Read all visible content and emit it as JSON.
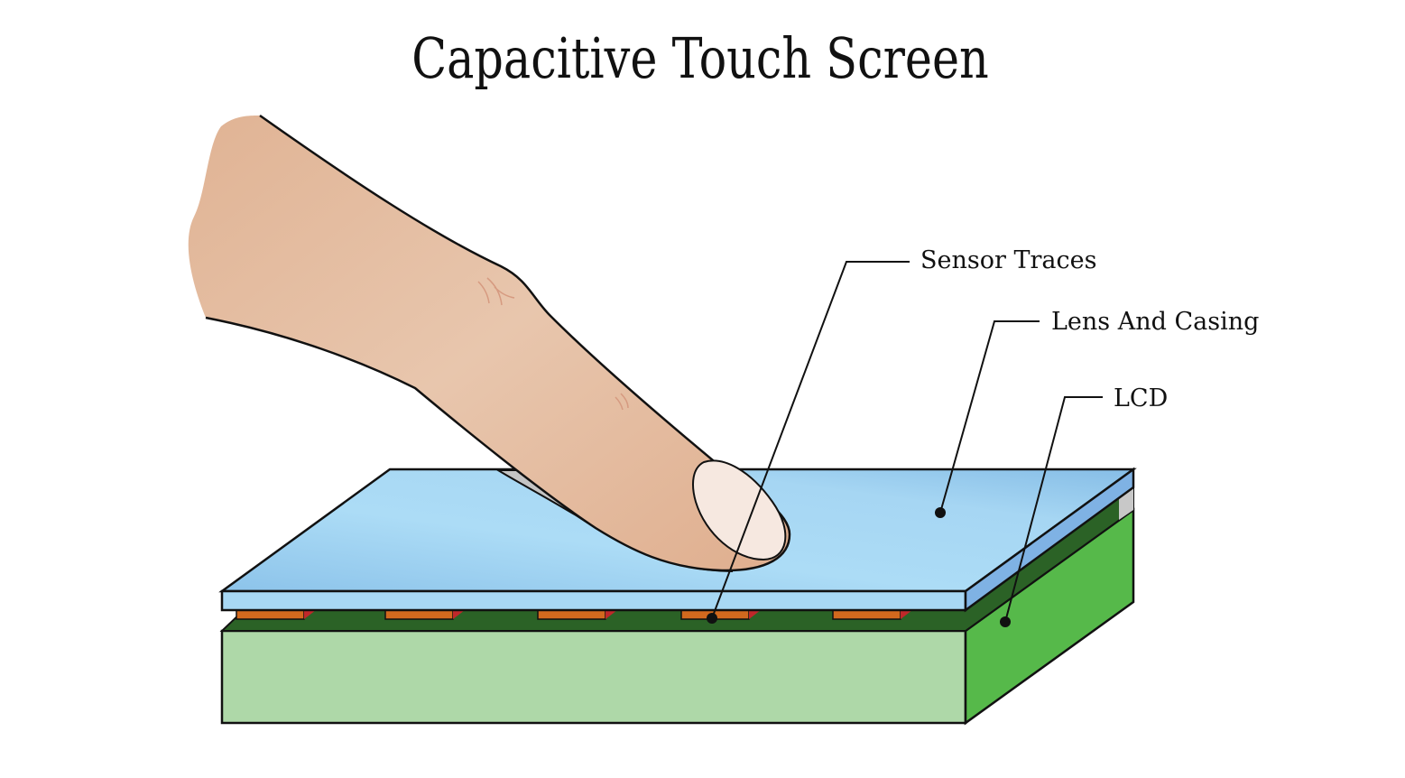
{
  "title": "Capacitive Touch Screen",
  "labels": {
    "sensor_traces": "Sensor Traces",
    "lens_and_casing": "Lens And Casing",
    "lcd": "LCD"
  },
  "colors": {
    "glass": "#a8d8f4",
    "glass_side": "#7fb2e4",
    "lcd_front": "#aed8a8",
    "lcd_side": "#56b94a",
    "lcd_top": "#2b6226",
    "trace": "#d2691e",
    "skin": "#e4b99c",
    "nail": "#f6e8e0"
  }
}
